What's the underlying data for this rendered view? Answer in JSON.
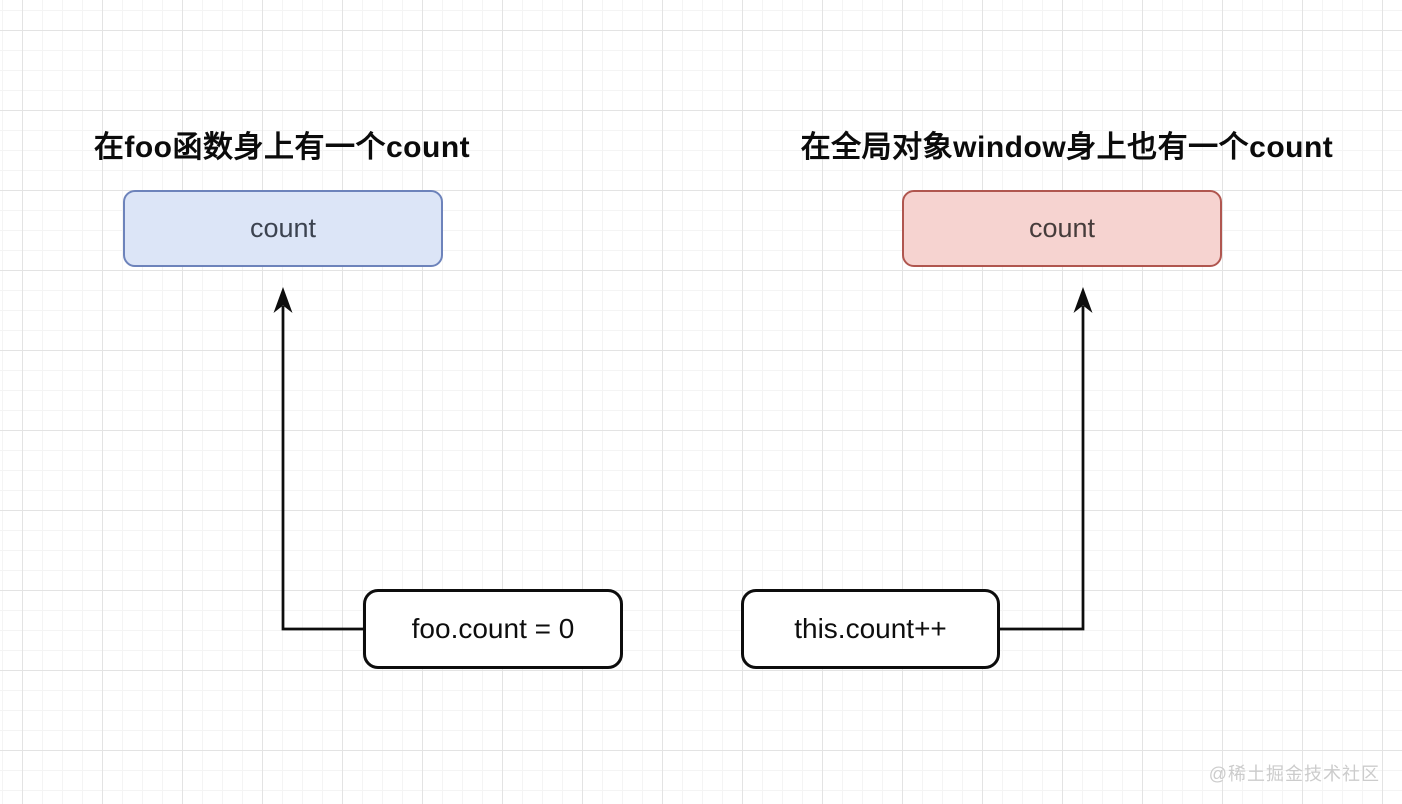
{
  "left_group": {
    "heading": "在foo函数身上有一个count",
    "node": {
      "label": "count",
      "fill": "#dce5f7",
      "border": "#6d83bb"
    },
    "code": {
      "label": "foo.count = 0"
    }
  },
  "right_group": {
    "heading": "在全局对象window身上也有一个count",
    "node": {
      "label": "count",
      "fill": "#f6d3d0",
      "border": "#b0564f"
    },
    "code": {
      "label": "this.count++"
    }
  },
  "watermark": "@稀土掘金技术社区",
  "colors": {
    "arrow": "#0d0d0d"
  }
}
